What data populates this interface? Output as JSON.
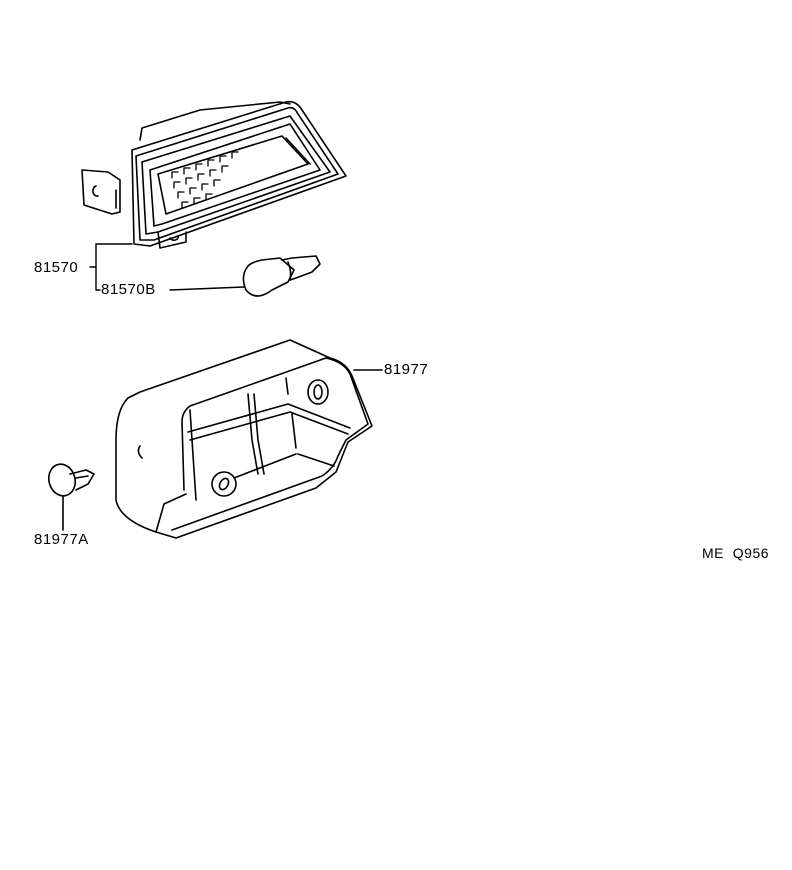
{
  "diagram": {
    "type": "parts-exploded-view",
    "parts": [
      {
        "id": "lamp-assembly",
        "label": "81570"
      },
      {
        "id": "bulb",
        "label": "81570B"
      },
      {
        "id": "lamp-cover",
        "label": "81977"
      },
      {
        "id": "clip",
        "label": "81977A"
      }
    ],
    "reference_code": "ME  Q956"
  }
}
